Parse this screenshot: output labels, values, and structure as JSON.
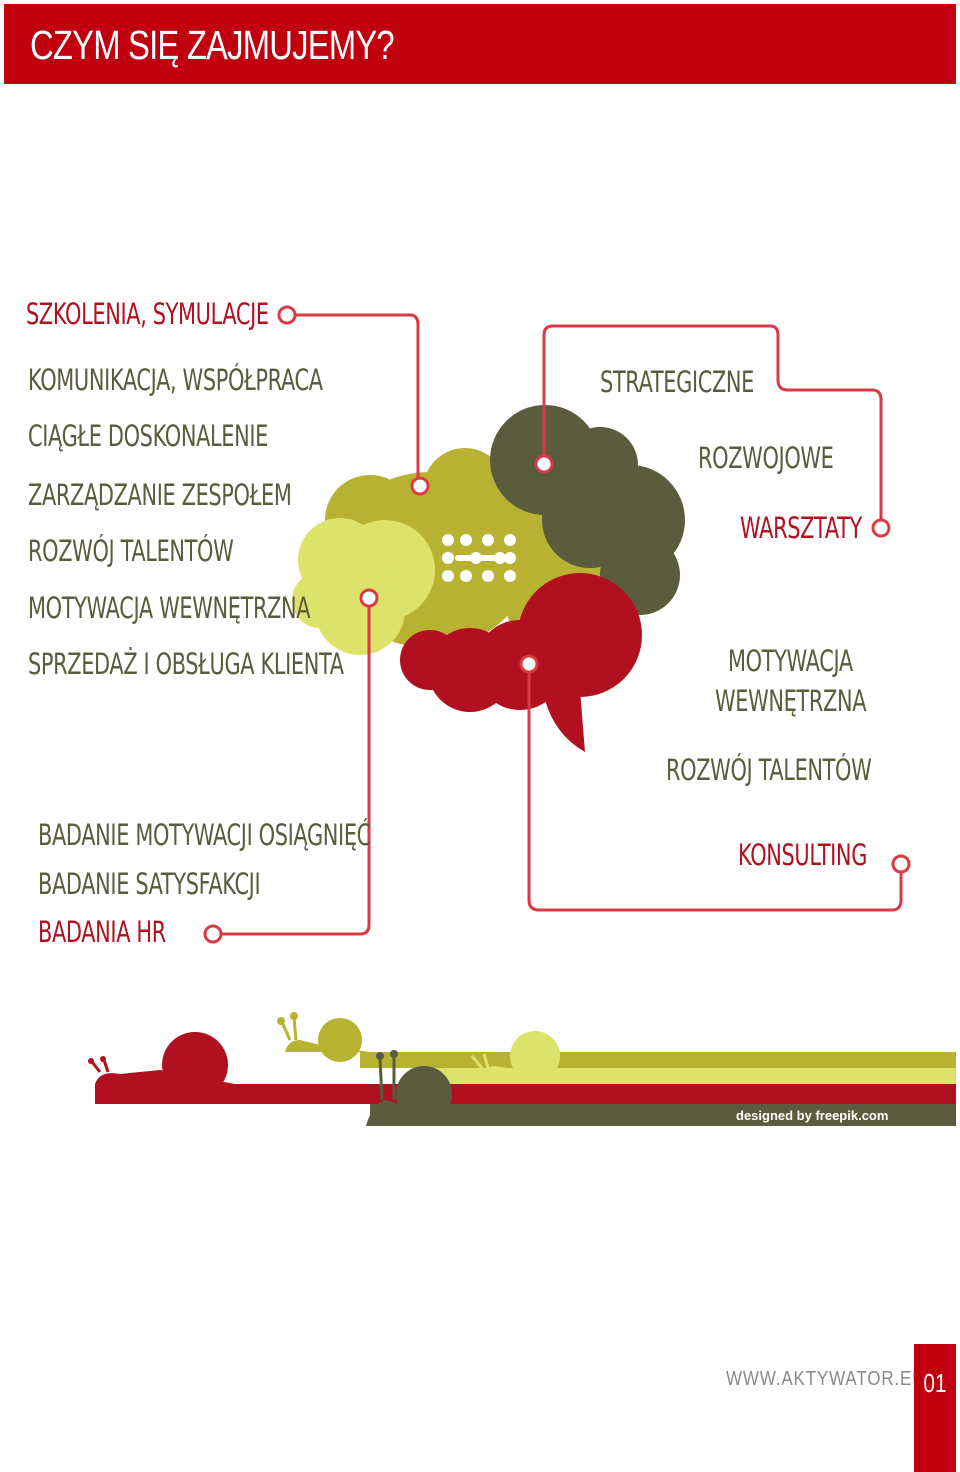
{
  "header": {
    "title": "CZYM SIĘ ZAJMUJEMY?"
  },
  "left_top": {
    "heading": "SZKOLENIA, SYMULACJE",
    "items": [
      "KOMUNIKACJA, WSPÓŁPRACA",
      "CIĄGŁE DOSKONALENIE",
      "ZARZĄDZANIE ZESPOŁEM",
      "ROZWÓJ TALENTÓW",
      "MOTYWACJA WEWNĘTRZNA",
      "SPRZEDAŻ I OBSŁUGA KLIENTA"
    ]
  },
  "left_bottom": {
    "items": [
      "BADANIE MOTYWACJI OSIĄGNIĘĆ",
      "BADANIE SATYSFAKCJI"
    ],
    "heading": "BADANIA HR"
  },
  "right_top": {
    "items": [
      "STRATEGICZNE",
      "ROZWOJOWE"
    ],
    "heading": "WARSZTATY"
  },
  "right_bottom": {
    "items": [
      "MOTYWACJA",
      "WEWNĘTRZNA",
      "ROZWÓJ TALENTÓW"
    ],
    "heading": "KONSULTING"
  },
  "credit": "designed by freepik.com",
  "footer": {
    "url": "WWW.AKTYWATOR.EU",
    "page": "01"
  },
  "colors": {
    "red": "#b0101f",
    "olive_dark": "#5b5b3d",
    "olive": "#b8b232",
    "lime": "#dde36a",
    "header": "#c0000f"
  }
}
